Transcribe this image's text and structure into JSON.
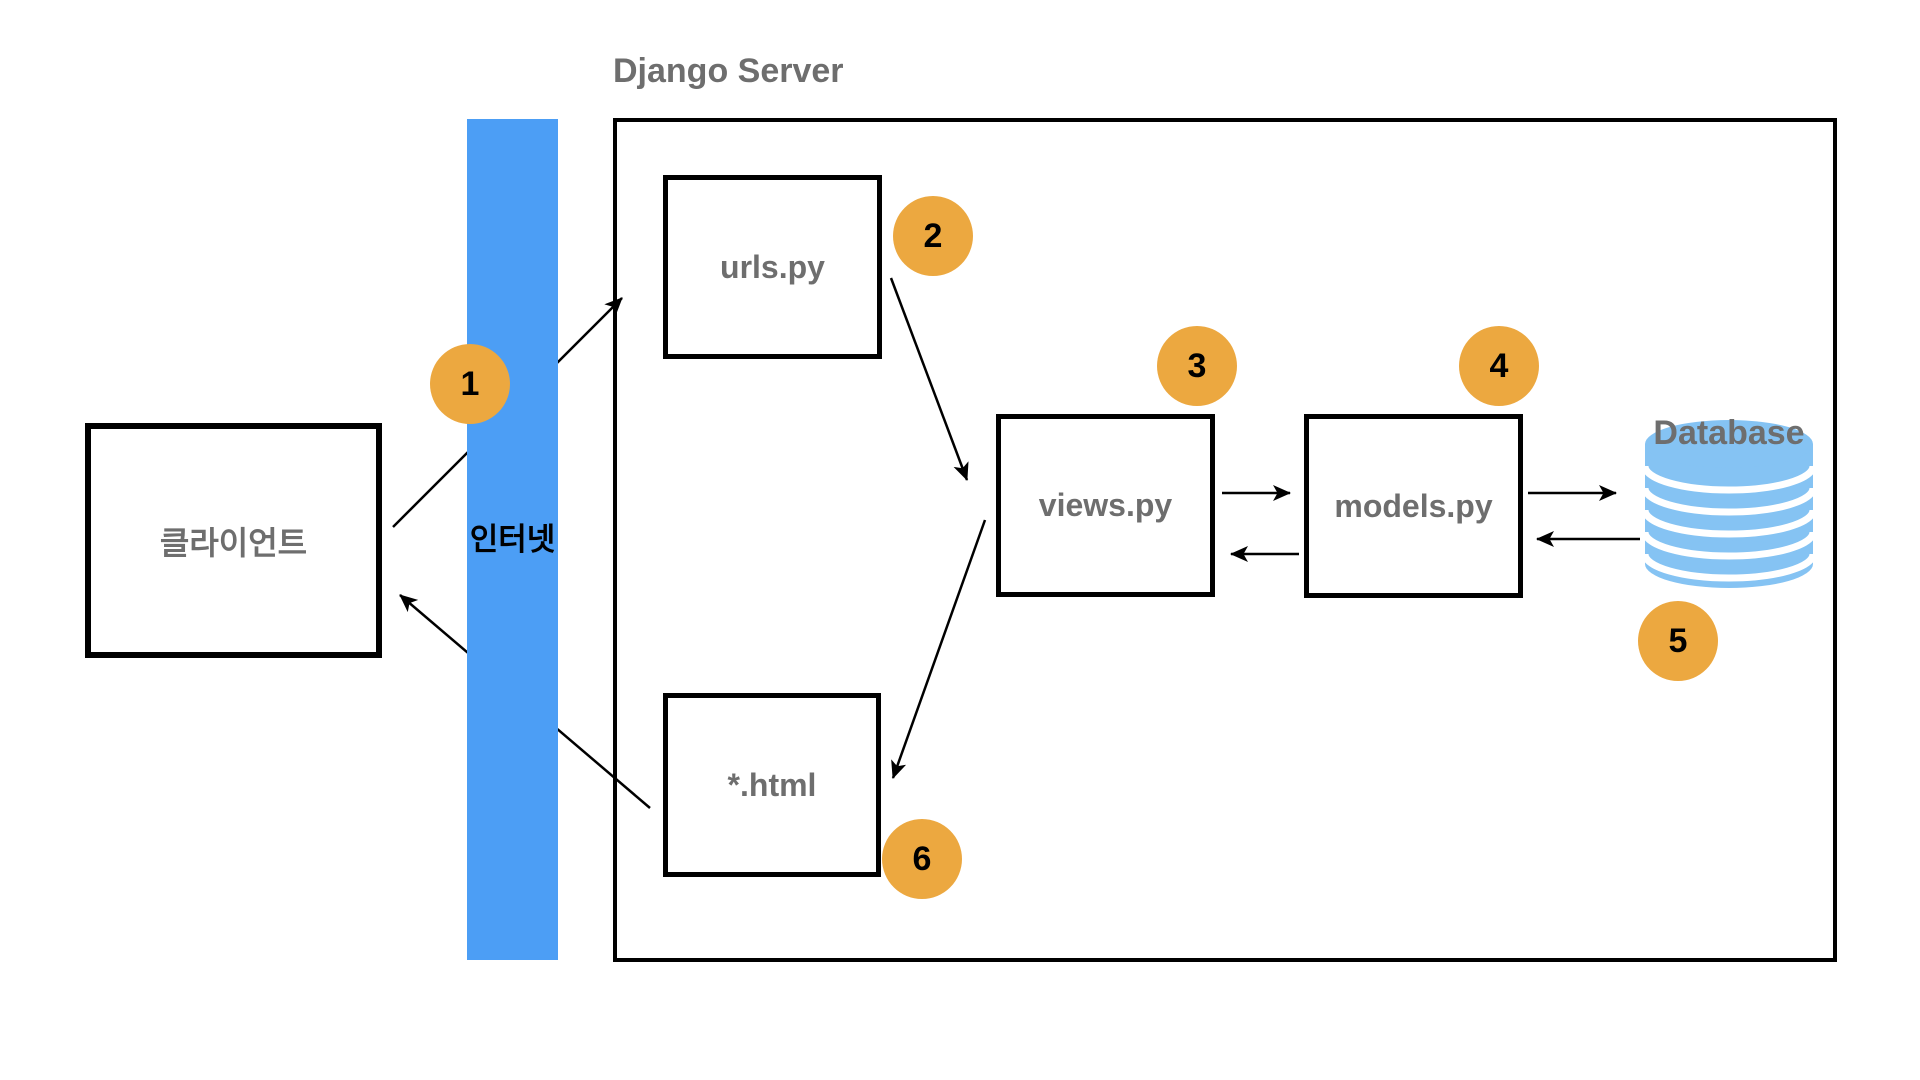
{
  "diagram": {
    "title": "Django Server",
    "nodes": {
      "client": {
        "label": "클라이언트"
      },
      "internet": {
        "label": "인터넷"
      },
      "urls": {
        "label": "urls.py"
      },
      "views": {
        "label": "views.py"
      },
      "models": {
        "label": "models.py"
      },
      "html": {
        "label": "*.html"
      },
      "database": {
        "label": "Database"
      }
    },
    "steps": [
      "1",
      "2",
      "3",
      "4",
      "5",
      "6"
    ],
    "edges": [
      {
        "from": "클라이언트",
        "to": "urls.py",
        "via": "인터넷"
      },
      {
        "from": "urls.py",
        "to": "views.py"
      },
      {
        "from": "views.py",
        "to": "models.py"
      },
      {
        "from": "models.py",
        "to": "views.py"
      },
      {
        "from": "models.py",
        "to": "Database"
      },
      {
        "from": "Database",
        "to": "models.py"
      },
      {
        "from": "views.py",
        "to": "*.html"
      },
      {
        "from": "*.html",
        "to": "클라이언트",
        "via": "인터넷"
      }
    ],
    "colors": {
      "accent-orange": "#ECA840",
      "internet-blue": "#4C9EF5",
      "database-blue": "#85C3F3",
      "label-gray": "#6E6E6E",
      "line-black": "#000000"
    }
  }
}
